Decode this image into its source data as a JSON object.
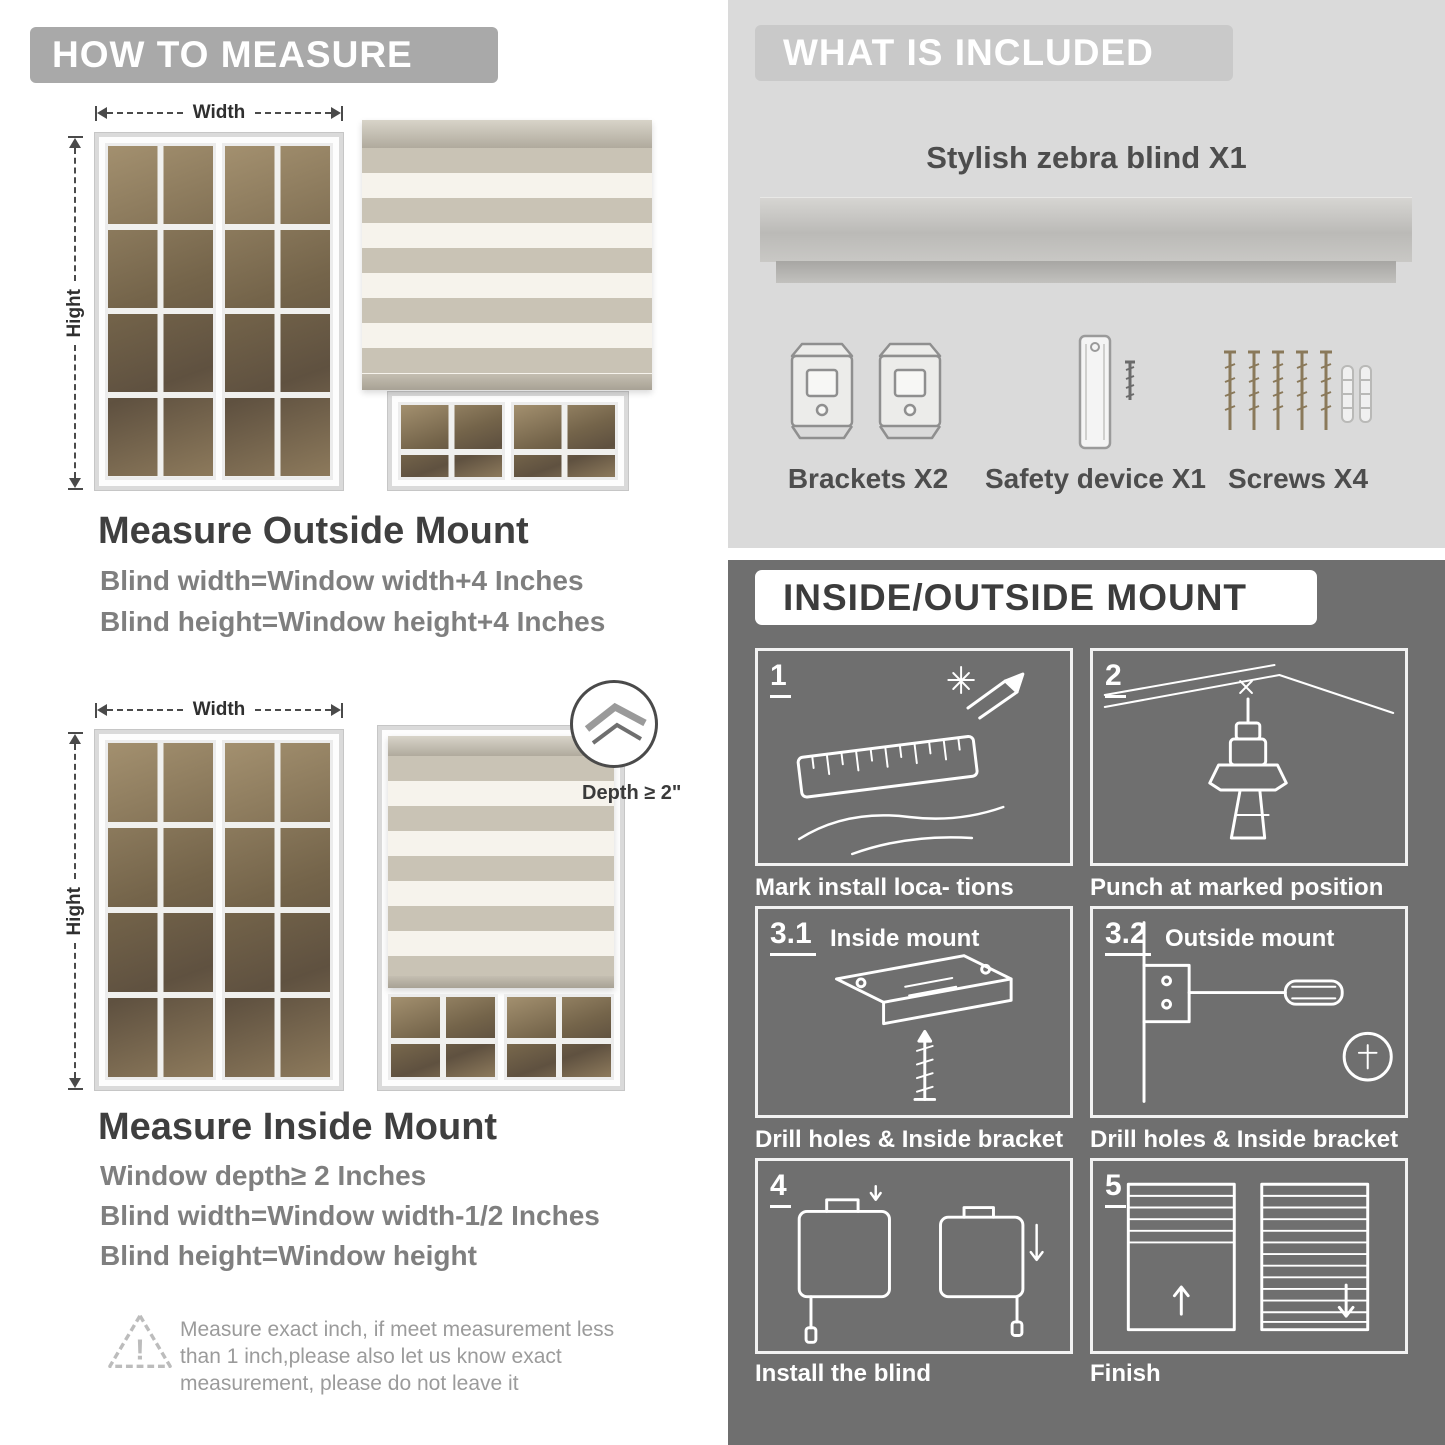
{
  "colors": {
    "left_banner_gray": "#a9a9a9",
    "included_bg": "#dadada",
    "included_banner": "#c9c9c9",
    "mount_bg": "#6f6f6f",
    "heading_dark": "#3f3f3f",
    "body_gray": "#7f7f7f"
  },
  "how_to_measure": {
    "banner": "HOW TO MEASURE",
    "warning_icon": "!",
    "outside": {
      "width_label": "Width",
      "height_label": "Hight",
      "heading": "Measure Outside Mount",
      "lines": [
        "Blind width=Window width+4 Inches",
        "Blind height=Window height+4 Inches"
      ]
    },
    "inside": {
      "width_label": "Width",
      "height_label": "Hight",
      "depth_label": "Depth ≥ 2\"",
      "heading": "Measure Inside Mount",
      "lines": [
        "Window depth≥ 2 Inches",
        "Blind width=Window width-1/2 Inches",
        "Blind height=Window height"
      ]
    },
    "warning_text": "Measure exact inch, if meet measurement less than 1 inch,please also let us know exact measurement, please do not leave it"
  },
  "included": {
    "banner": "WHAT IS INCLUDED",
    "title": "Stylish zebra blind X1",
    "items": [
      {
        "label": "Brackets X2"
      },
      {
        "label": "Safety device X1"
      },
      {
        "label": "Screws X4"
      }
    ]
  },
  "mount_steps": {
    "banner": "INSIDE/OUTSIDE MOUNT",
    "steps": [
      {
        "num": "1",
        "title": "",
        "caption": "Mark install loca- tions"
      },
      {
        "num": "2",
        "title": "",
        "caption": "Punch at  marked position"
      },
      {
        "num": "3.1",
        "title": "Inside mount",
        "caption": "Drill holes &  Inside bracket"
      },
      {
        "num": "3.2",
        "title": "Outside mount",
        "caption": "Drill holes &  Inside bracket"
      },
      {
        "num": "4",
        "title": "",
        "caption": "Install the blind"
      },
      {
        "num": "5",
        "title": "",
        "caption": "Finish"
      }
    ]
  }
}
